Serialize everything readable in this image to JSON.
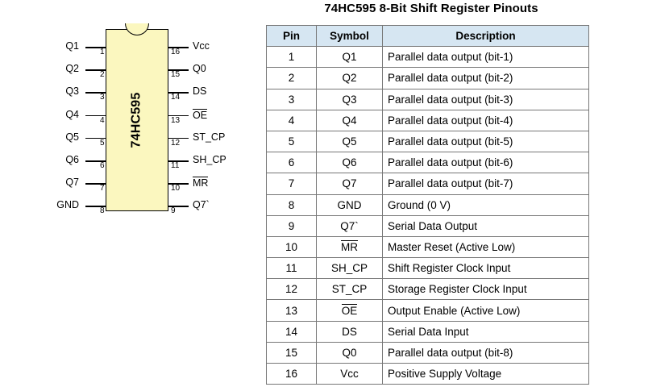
{
  "title": "74HC595 8-Bit Shift Register Pinouts",
  "chip": {
    "name": "74HC595",
    "left_pins": [
      {
        "num": "1",
        "label": "Q1",
        "overline": false
      },
      {
        "num": "2",
        "label": "Q2",
        "overline": false
      },
      {
        "num": "3",
        "label": "Q3",
        "overline": false
      },
      {
        "num": "4",
        "label": "Q4",
        "overline": false
      },
      {
        "num": "5",
        "label": "Q5",
        "overline": false
      },
      {
        "num": "6",
        "label": "Q6",
        "overline": false
      },
      {
        "num": "7",
        "label": "Q7",
        "overline": false
      },
      {
        "num": "8",
        "label": "GND",
        "overline": false
      }
    ],
    "right_pins": [
      {
        "num": "16",
        "label": "Vcc",
        "overline": false
      },
      {
        "num": "15",
        "label": "Q0",
        "overline": false
      },
      {
        "num": "14",
        "label": "DS",
        "overline": false
      },
      {
        "num": "13",
        "label": "OE",
        "overline": true
      },
      {
        "num": "12",
        "label": "ST_CP",
        "overline": false
      },
      {
        "num": "11",
        "label": "SH_CP",
        "overline": false
      },
      {
        "num": "10",
        "label": "MR",
        "overline": true
      },
      {
        "num": "9",
        "label": "Q7`",
        "overline": false
      }
    ]
  },
  "table": {
    "headers": [
      "Pin",
      "Symbol",
      "Description"
    ],
    "rows": [
      {
        "pin": "1",
        "symbol": "Q1",
        "overline": false,
        "desc": "Parallel data output (bit-1)"
      },
      {
        "pin": "2",
        "symbol": "Q2",
        "overline": false,
        "desc": "Parallel data output (bit-2)"
      },
      {
        "pin": "3",
        "symbol": "Q3",
        "overline": false,
        "desc": "Parallel data output (bit-3)"
      },
      {
        "pin": "4",
        "symbol": "Q4",
        "overline": false,
        "desc": "Parallel data output (bit-4)"
      },
      {
        "pin": "5",
        "symbol": "Q5",
        "overline": false,
        "desc": "Parallel data output (bit-5)"
      },
      {
        "pin": "6",
        "symbol": "Q6",
        "overline": false,
        "desc": "Parallel data output (bit-6)"
      },
      {
        "pin": "7",
        "symbol": "Q7",
        "overline": false,
        "desc": "Parallel data output (bit-7)"
      },
      {
        "pin": "8",
        "symbol": "GND",
        "overline": false,
        "desc": "Ground (0 V)"
      },
      {
        "pin": "9",
        "symbol": "Q7`",
        "overline": false,
        "desc": "Serial Data Output"
      },
      {
        "pin": "10",
        "symbol": "MR",
        "overline": true,
        "desc": "Master Reset (Active Low)"
      },
      {
        "pin": "11",
        "symbol": "SH_CP",
        "overline": false,
        "desc": "Shift Register Clock Input"
      },
      {
        "pin": "12",
        "symbol": "ST_CP",
        "overline": false,
        "desc": "Storage Register Clock Input"
      },
      {
        "pin": "13",
        "symbol": "OE",
        "overline": true,
        "desc": "Output Enable (Active Low)"
      },
      {
        "pin": "14",
        "symbol": "DS",
        "overline": false,
        "desc": "Serial Data Input"
      },
      {
        "pin": "15",
        "symbol": "Q0",
        "overline": false,
        "desc": "Parallel data output (bit-8)"
      },
      {
        "pin": "16",
        "symbol": "Vcc",
        "overline": false,
        "desc": "Positive Supply Voltage"
      }
    ]
  },
  "colors": {
    "chip_fill": "#fbf7bf",
    "table_header_bg": "#d6e6f2",
    "table_border": "#777777"
  }
}
